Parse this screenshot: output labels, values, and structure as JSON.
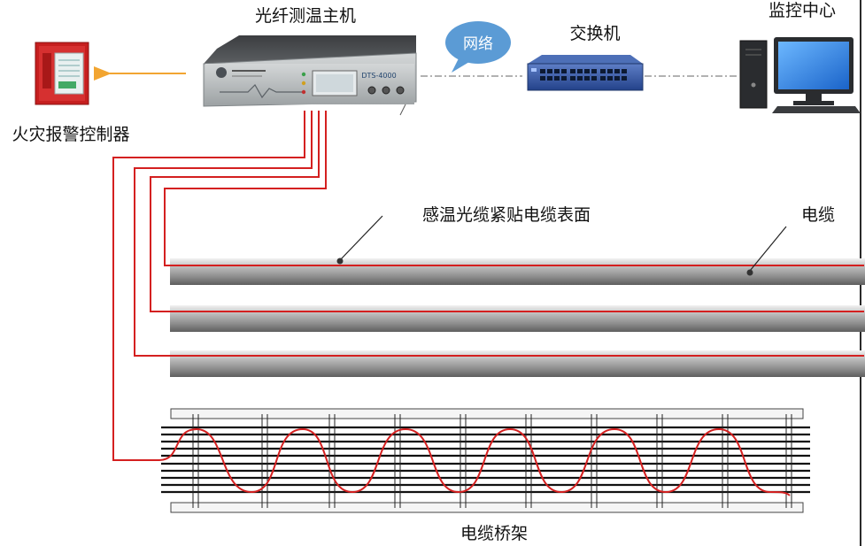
{
  "labels": {
    "host": "光纤测温主机",
    "network": "网络",
    "switch": "交换机",
    "monitor": "监控中心",
    "fire_panel": "火灾报警控制器",
    "sensing_fiber": "感温光缆紧贴电缆表面",
    "cable": "电缆",
    "tray": "电缆桥架"
  },
  "host_panel": {
    "model": "DTS-4000"
  },
  "colors": {
    "fiber": "#d42020",
    "arrow": "#f2a531",
    "cloud": "#5b9bd5",
    "switch": "#2f4f9a",
    "cable_body": "#9c9c9c",
    "host_body": "#aeb2b4"
  }
}
